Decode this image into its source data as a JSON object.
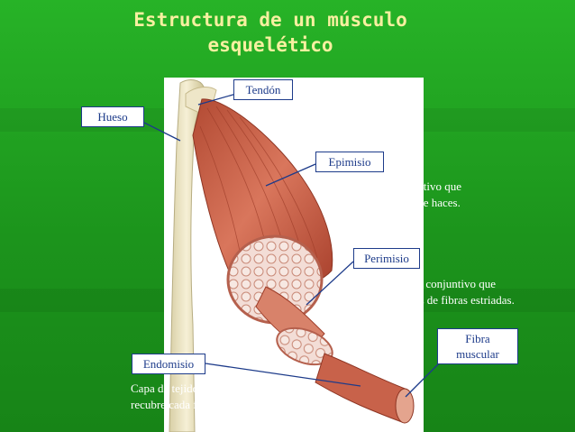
{
  "title": "Estructura de un músculo\nesquelético",
  "labels": {
    "tendon": "Tendón",
    "hueso": "Hueso",
    "epimisio": "Epimisio",
    "perimisio": "Perimisio",
    "fibra": "Fibra\nmuscular",
    "endomisio": "Endomisio"
  },
  "descriptions": {
    "epimisio": "Capa de tejido conjuntivo que\nrecubre un conjunto de haces.",
    "perimisio": "Capa de tejido conjuntivo que\nrecubre un haz de fibras estriadas.",
    "endomisio": "Capa de tejido conjuntivo que\nrecubre cada fibra estriada."
  },
  "colors": {
    "background": "#1f9a1f",
    "title": "#f7f0a0",
    "label_border": "#1d3b8a",
    "label_text": "#1d3b8a",
    "muscle": "#c8624a",
    "bone": "#efe7c4"
  }
}
